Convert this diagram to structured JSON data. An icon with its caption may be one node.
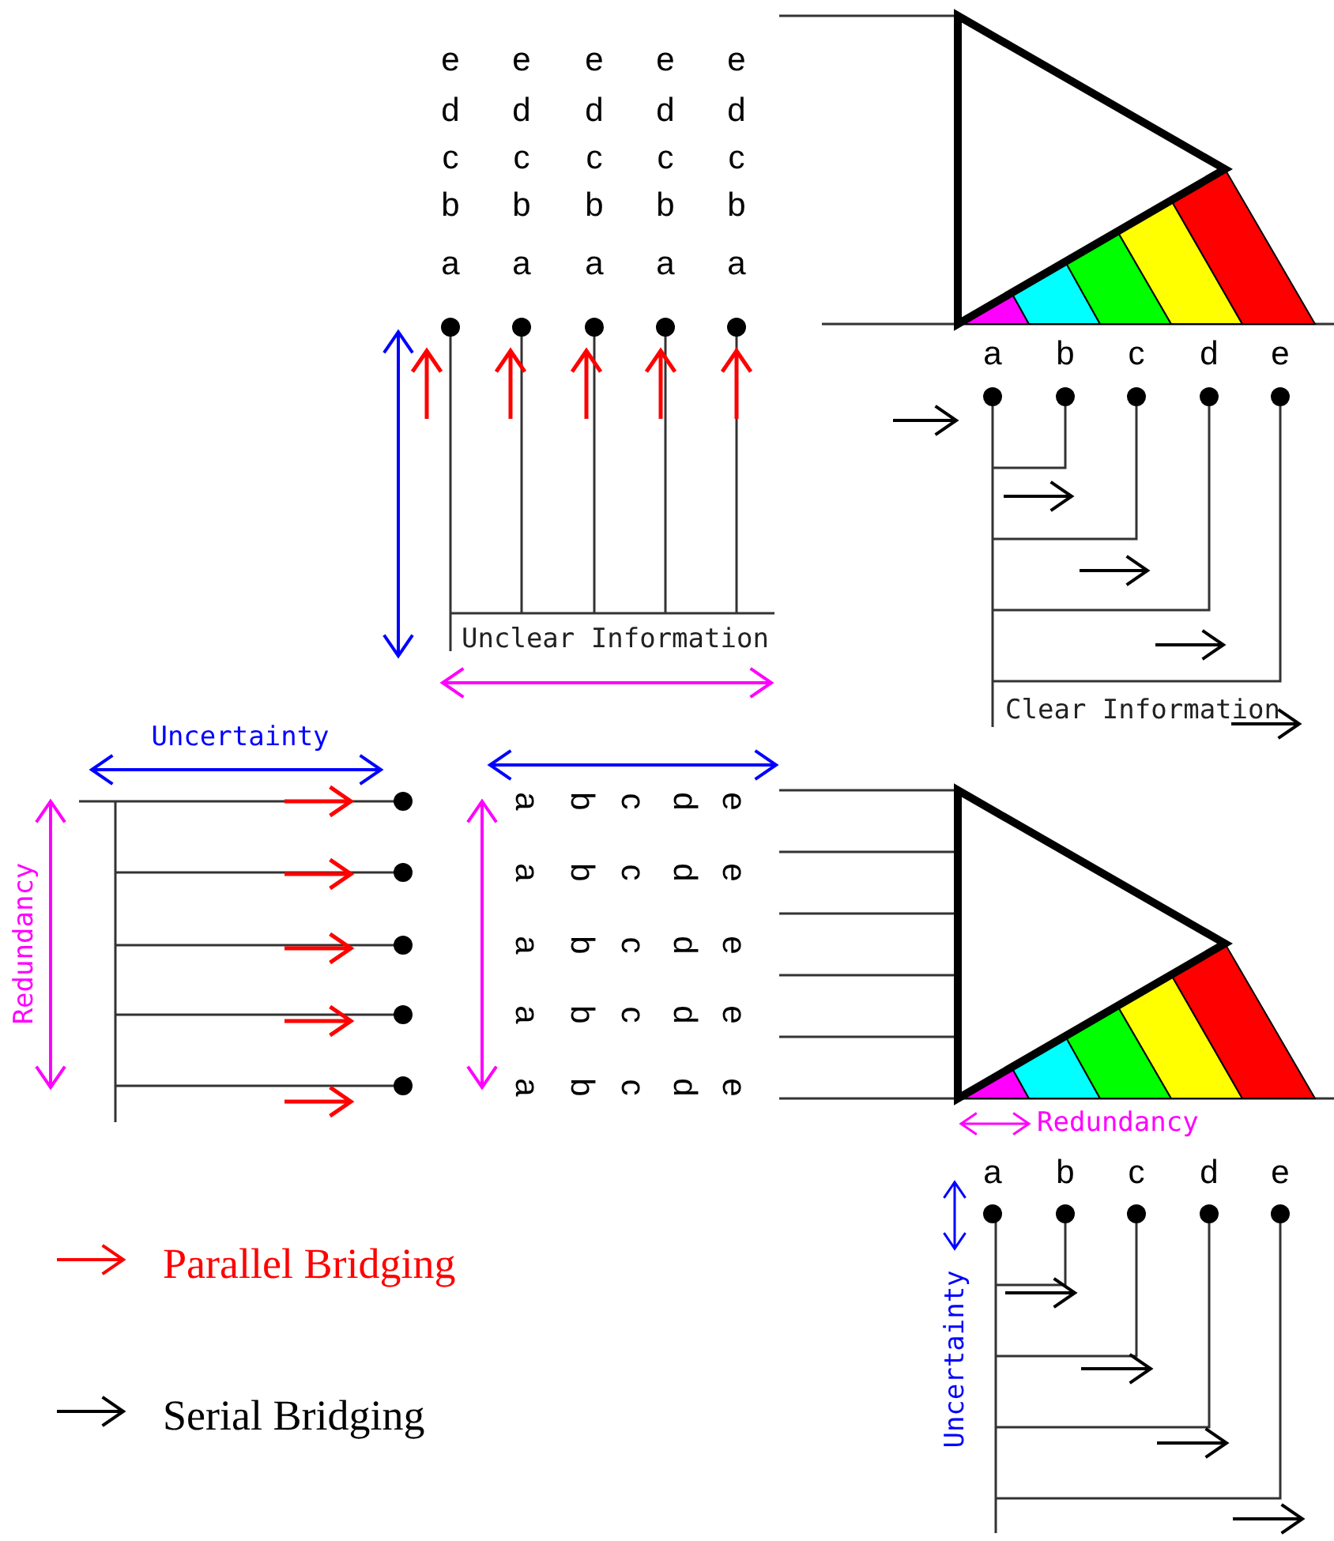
{
  "diagram": {
    "labels": [
      "e",
      "e",
      "e",
      "e",
      "e",
      "d",
      "d",
      "d",
      "d",
      "d",
      "c",
      "c",
      "c",
      "c",
      "c",
      "b",
      "b",
      "b",
      "b",
      "b",
      "a",
      "a",
      "a",
      "a",
      "a",
      "a",
      "b",
      "c",
      "d",
      "e",
      "Unclear Information",
      "Clear Information",
      "Uncertainty",
      "Redundancy",
      "a",
      "b",
      "c",
      "d",
      "e",
      "a",
      "b",
      "c",
      "d",
      "e",
      "a",
      "b",
      "c",
      "d",
      "e",
      "a",
      "b",
      "c",
      "d",
      "e",
      "a",
      "b",
      "c",
      "d",
      "e",
      "Redundancy",
      "a",
      "b",
      "c",
      "d",
      "e",
      "Uncertainty"
    ],
    "legend": [
      {
        "text": "Parallel Bridging"
      },
      {
        "text": "Serial Bridging"
      }
    ]
  }
}
